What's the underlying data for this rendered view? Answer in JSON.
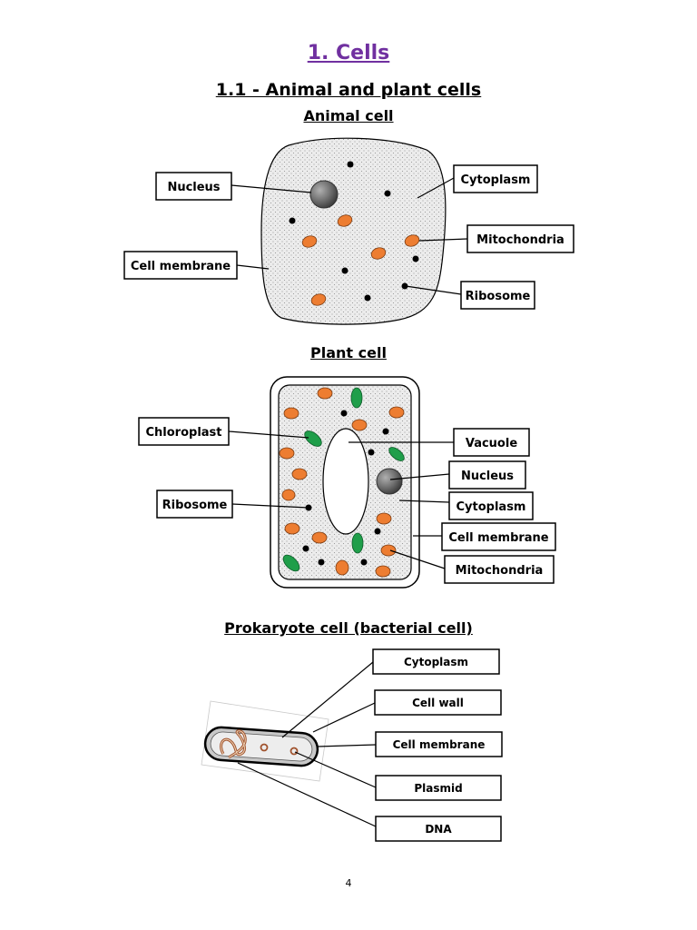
{
  "title": "1. Cells",
  "subtitle": "1.1 - Animal and plant cells",
  "animal": {
    "heading": "Animal cell",
    "labels": {
      "nucleus": "Nucleus",
      "cytoplasm": "Cytoplasm",
      "mitochondria": "Mitochondria",
      "cell_membrane": "Cell membrane",
      "ribosome": "Ribosome"
    }
  },
  "plant": {
    "heading": "Plant cell",
    "labels": {
      "chloroplast": "Chloroplast",
      "vacuole": "Vacuole",
      "nucleus": "Nucleus",
      "ribosome": "Ribosome",
      "cytoplasm": "Cytoplasm",
      "cell_membrane": "Cell membrane",
      "mitochondria": "Mitochondria"
    }
  },
  "prokaryote": {
    "heading": "Prokaryote cell (bacterial cell)",
    "labels": {
      "cytoplasm": "Cytoplasm",
      "cell_wall": "Cell wall",
      "cell_membrane": "Cell membrane",
      "plasmid": "Plasmid",
      "dna": "DNA"
    }
  },
  "page_number": "4",
  "colors": {
    "title": "#7030a0",
    "mitochondria": "#ed7d31",
    "chloroplast": "#1f9e4a",
    "nucleus": "#6b6b6b",
    "cytoplasm_fill": "#e8e8e8"
  }
}
